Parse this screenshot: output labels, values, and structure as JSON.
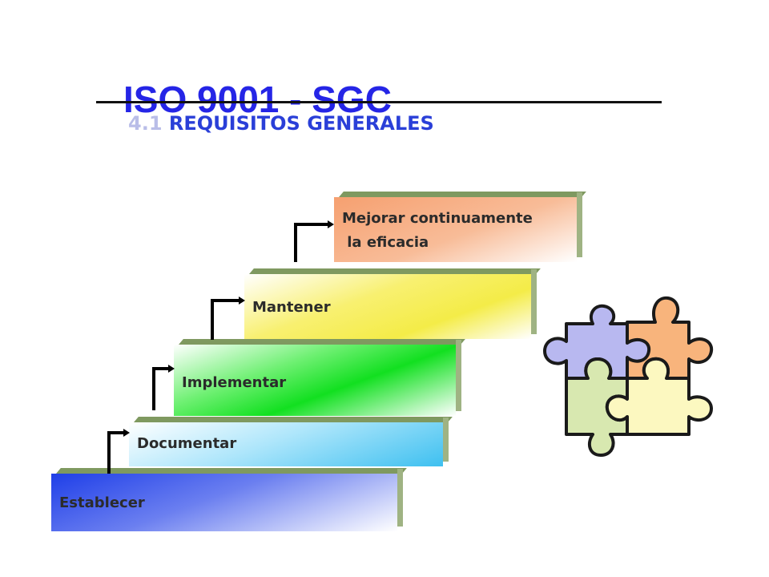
{
  "header": {
    "title": "ISO 9001 - SGC",
    "subtitle_number": "4.1",
    "subtitle_text": "REQUISITOS GENERALES"
  },
  "steps": [
    {
      "label": "Establecer"
    },
    {
      "label": "Documentar"
    },
    {
      "label": "Implementar"
    },
    {
      "label": "Mantener"
    },
    {
      "label_line1": "Mejorar continuamente",
      "label_line2": " la eficacia"
    }
  ],
  "colors": {
    "title": "#2525e6",
    "step_establecer": "#2848e8",
    "step_documentar": "#58c8f0",
    "step_implementar": "#1ee02c",
    "step_mantener": "#f4ee50",
    "step_mejorar": "#f4a878",
    "puzzle_purple": "#b8b8f0",
    "puzzle_orange": "#f8b47c",
    "puzzle_green": "#d8e8b0",
    "puzzle_yellow": "#fcf8c0"
  },
  "icons": [
    "step-arrow-icon",
    "puzzle-icon"
  ]
}
